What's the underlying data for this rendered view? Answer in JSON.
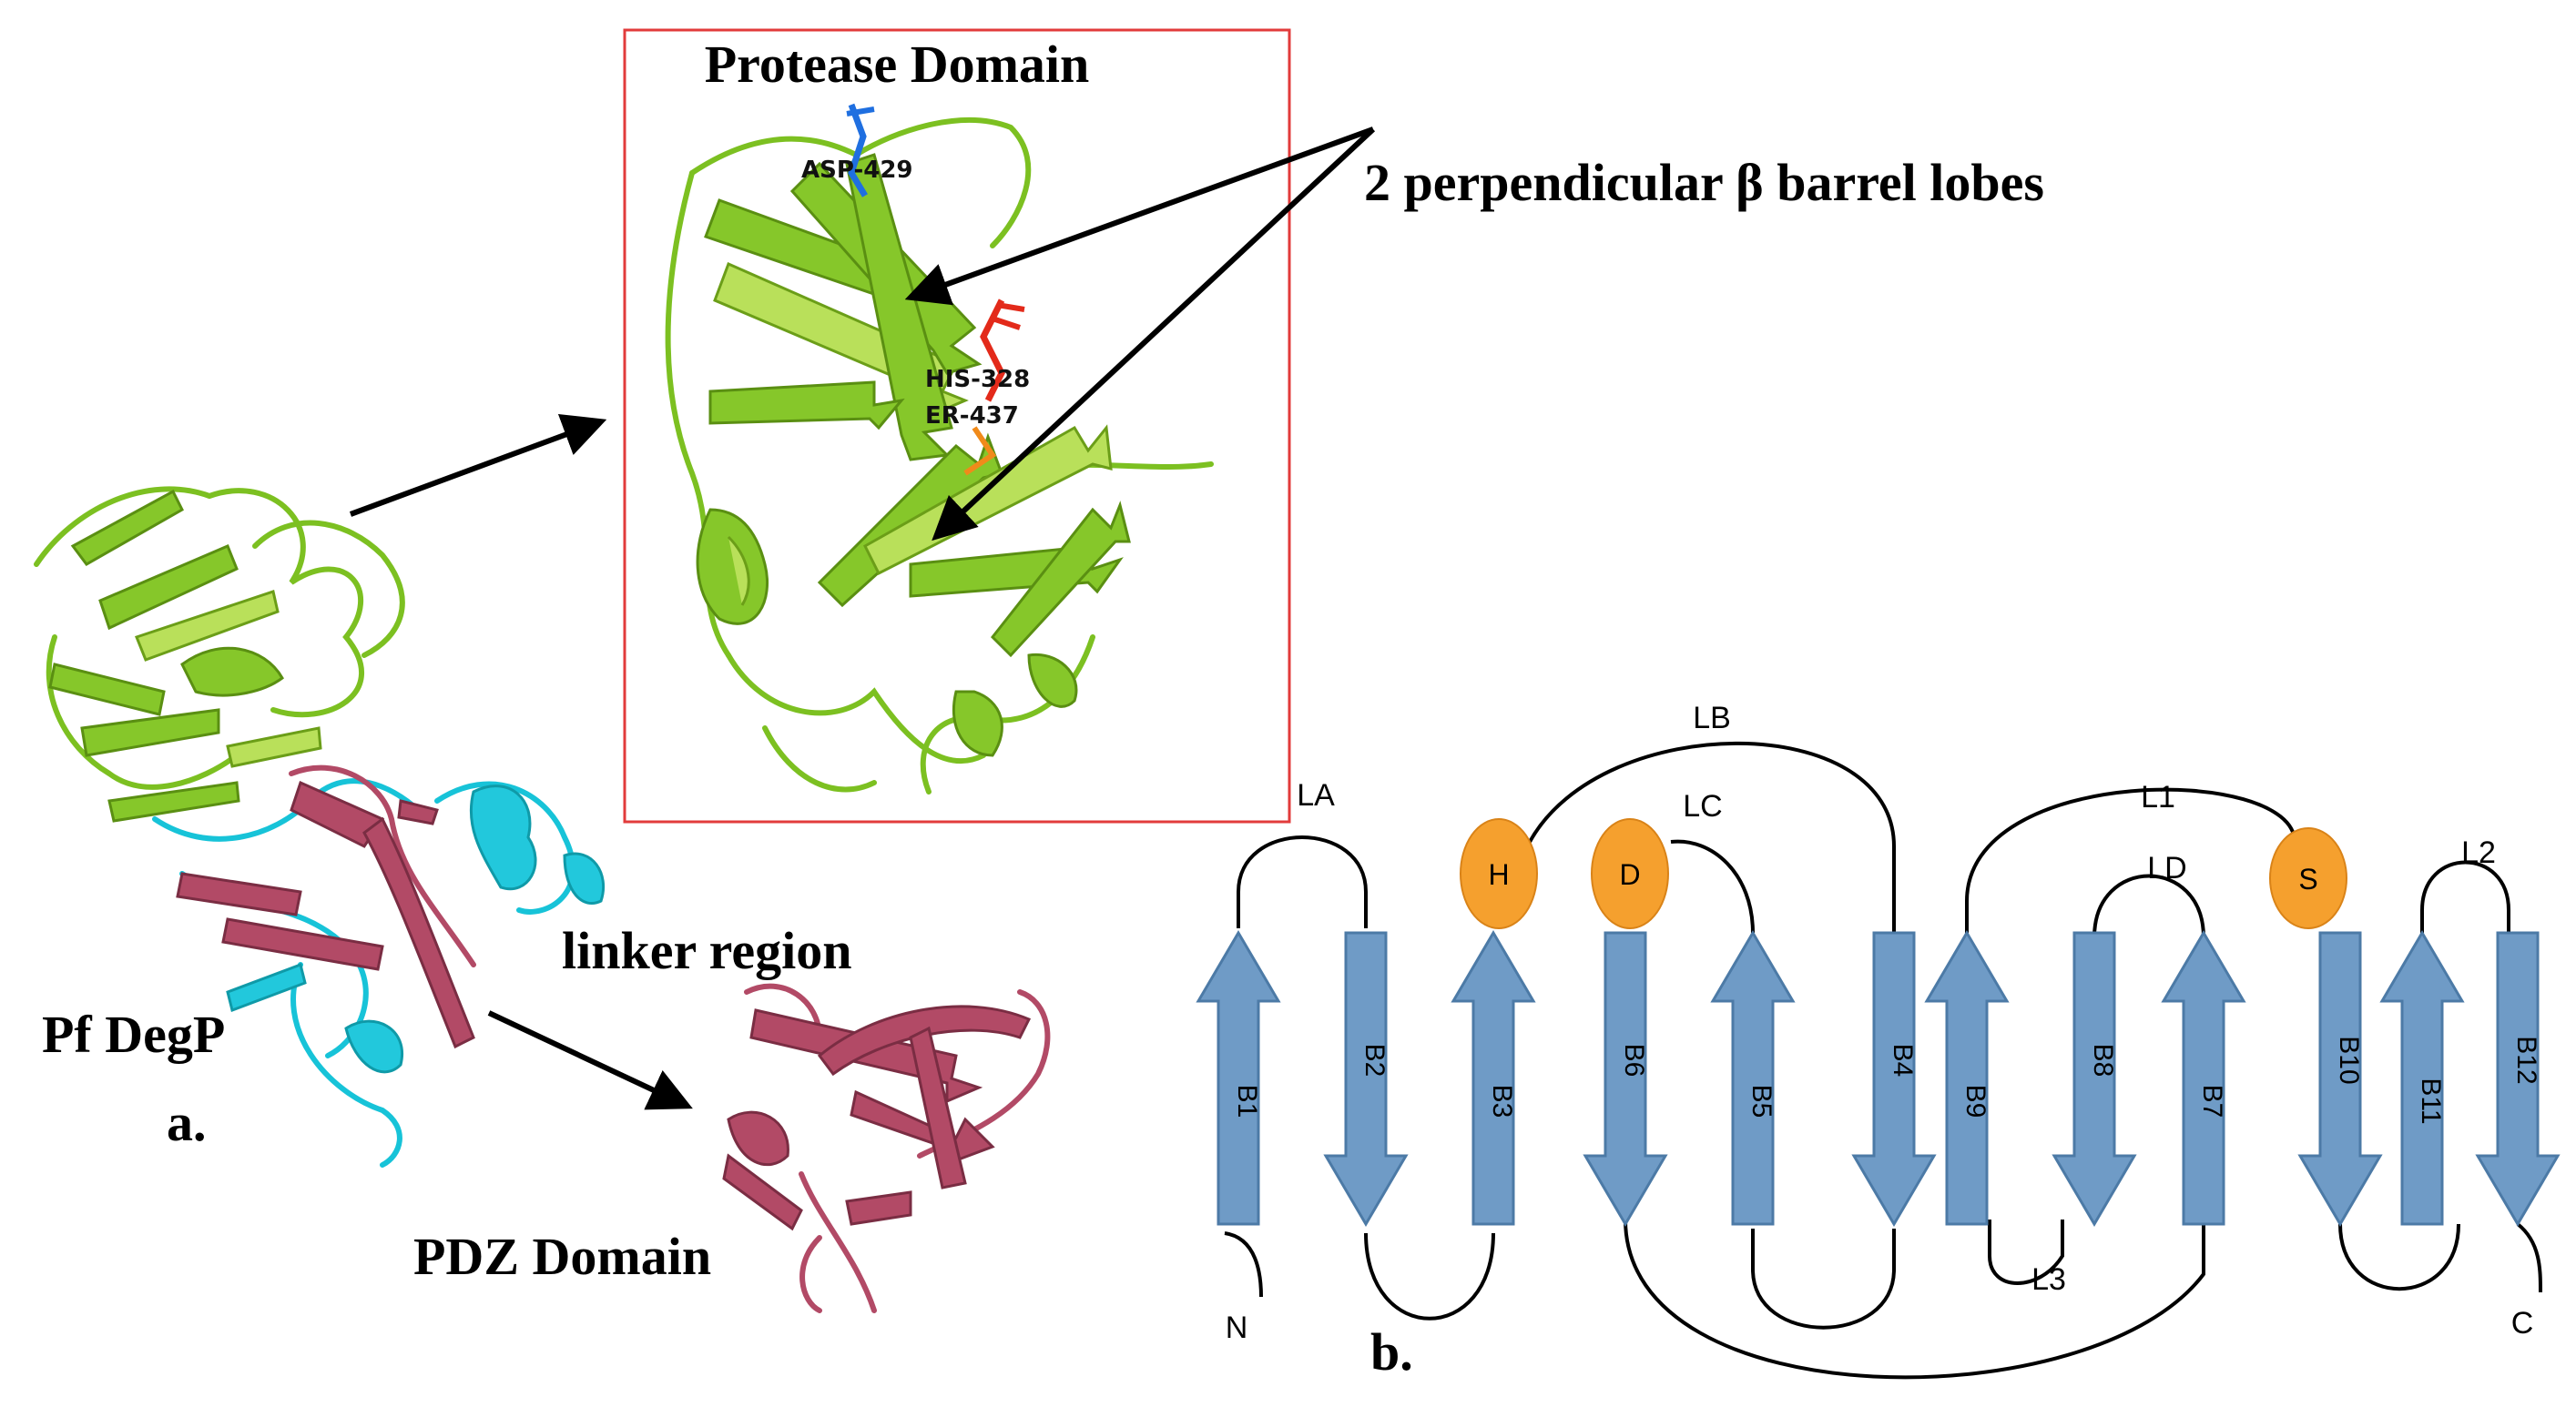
{
  "panel_a": {
    "protease_title": "Protease Domain",
    "barrel_annotation": "2 perpendicular β  barrel lobes",
    "residues": {
      "asp": "ASP-429",
      "his": "HIS-328",
      "ser": "ER-437"
    },
    "linker_label": "linker region",
    "protein_label": "Pf DegP",
    "panel_letter": "a.",
    "pdz_label": "PDZ Domain"
  },
  "panel_b": {
    "panel_letter": "b.",
    "strands": [
      {
        "label": "B1",
        "direction": "up"
      },
      {
        "label": "B2",
        "direction": "down"
      },
      {
        "label": "B3",
        "direction": "up"
      },
      {
        "label": "B6",
        "direction": "down"
      },
      {
        "label": "B5",
        "direction": "up"
      },
      {
        "label": "B4",
        "direction": "down"
      },
      {
        "label": "B9",
        "direction": "up"
      },
      {
        "label": "B8",
        "direction": "down"
      },
      {
        "label": "B7",
        "direction": "up"
      },
      {
        "label": "B10",
        "direction": "down"
      },
      {
        "label": "B11",
        "direction": "up"
      },
      {
        "label": "B12",
        "direction": "down"
      }
    ],
    "loops": {
      "la": "LA",
      "lb": "LB",
      "lc": "LC",
      "l1": "L1",
      "ld": "LD",
      "l2": "L2",
      "l3": "L3"
    },
    "termini": {
      "n": "N",
      "c": "C"
    },
    "sites": {
      "h": "H",
      "d": "D",
      "s": "S"
    },
    "colors": {
      "strand": "#6f9bc6",
      "site": "#f5a02e",
      "box": "#e23b3b"
    }
  }
}
